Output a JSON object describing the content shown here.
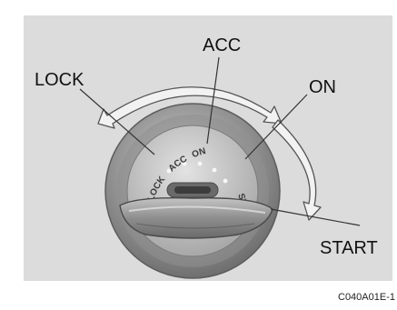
{
  "labels": {
    "lock": "LOCK",
    "acc": "ACC",
    "on": "ON",
    "start": "START"
  },
  "switch_markings": {
    "lock": "LOCK",
    "acc": "ACC",
    "on": "ON",
    "start": "ST"
  },
  "figure_code": "C040A01E-1",
  "colors": {
    "panel": "#dcdcdc",
    "bezel": "#8a8a8a",
    "face": "#c9c9c9",
    "key": "#9a9a9a",
    "arrow_fill": "#f2f2f2",
    "arrow_stroke": "#555555",
    "leader": "#333333"
  },
  "icons": {
    "positions_arrow": "double-headed-curved-arrow",
    "start_arrow": "single-headed-curved-arrow",
    "key": "ignition-key"
  }
}
